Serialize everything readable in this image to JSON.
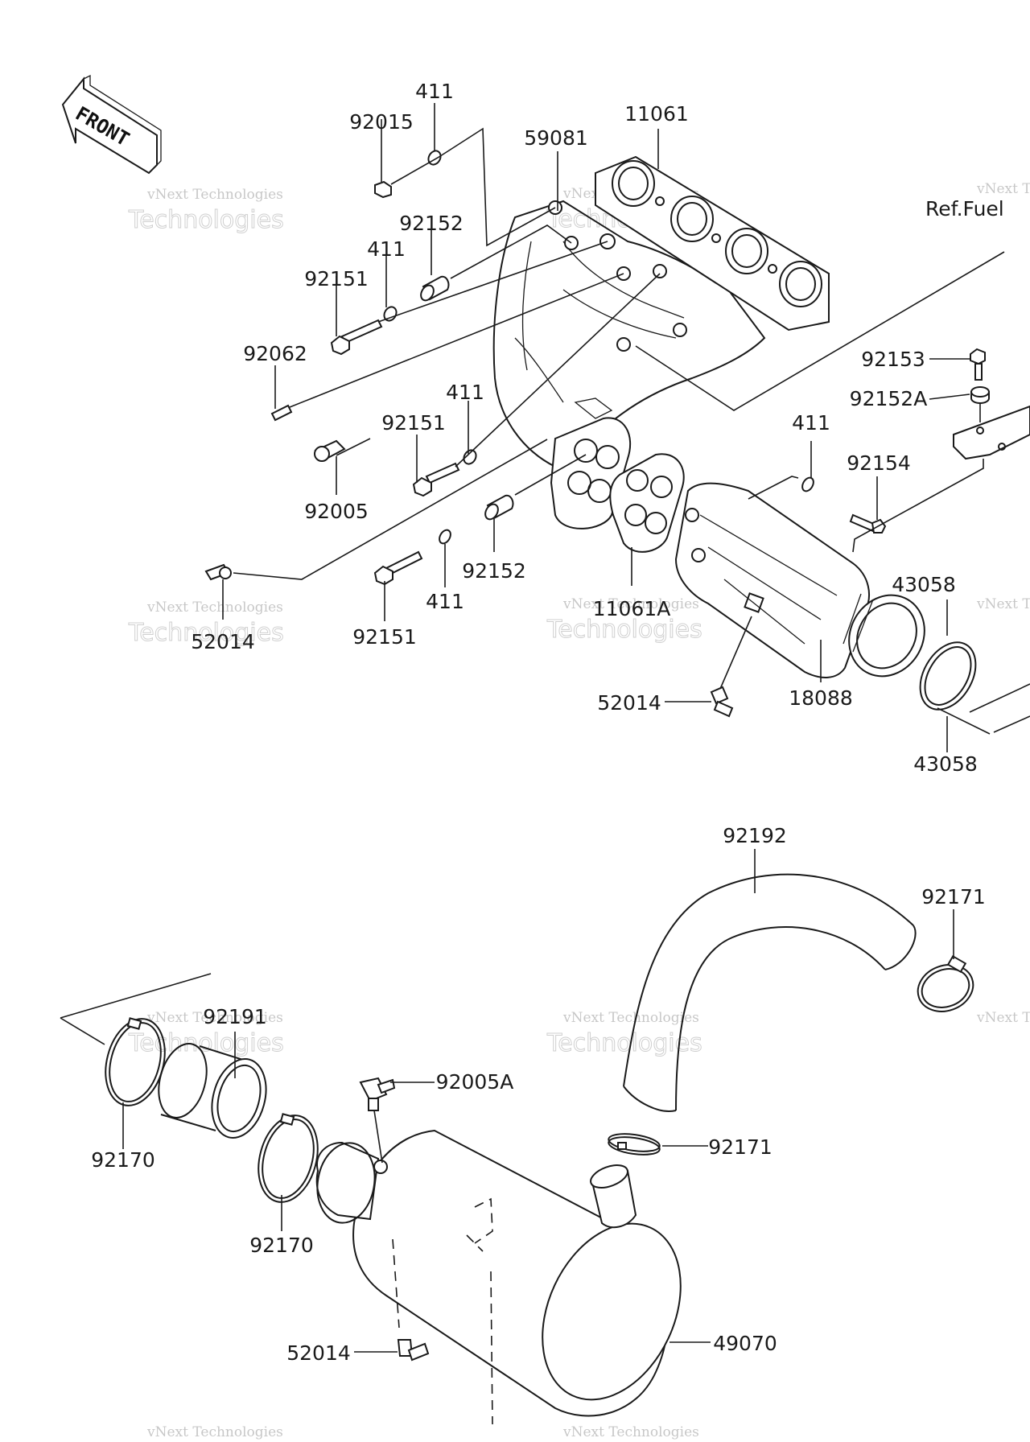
{
  "front_arrow_text": "FRONT",
  "reference_text": "Ref.Fuel",
  "watermark": {
    "line1": "vNext Technologies",
    "line2": "vNext",
    "line3": "Technologies"
  },
  "labels": {
    "p411_a": "411",
    "p92015": "92015",
    "p11061": "11061",
    "p59081": "59081",
    "p92152_a": "92152",
    "p411_b": "411",
    "p92151_a": "92151",
    "p92062": "92062",
    "p92153": "92153",
    "p92152A": "92152A",
    "p411_c": "411",
    "p92151_b": "92151",
    "p411_d": "411",
    "p92154": "92154",
    "p92005": "92005",
    "p52014_a": "52014",
    "p92151_c": "92151",
    "p411_e": "411",
    "p92152_b": "92152",
    "p11061A": "11061A",
    "p43058_a": "43058",
    "p52014_b": "52014",
    "p18088": "18088",
    "p43058_b": "43058",
    "p92192": "92192",
    "p92171_a": "92171",
    "p92191": "92191",
    "p92005A": "92005A",
    "p92170_a": "92170",
    "p92171_b": "92171",
    "p92170_b": "92170",
    "p52014_c": "52014",
    "p49070": "49070"
  }
}
